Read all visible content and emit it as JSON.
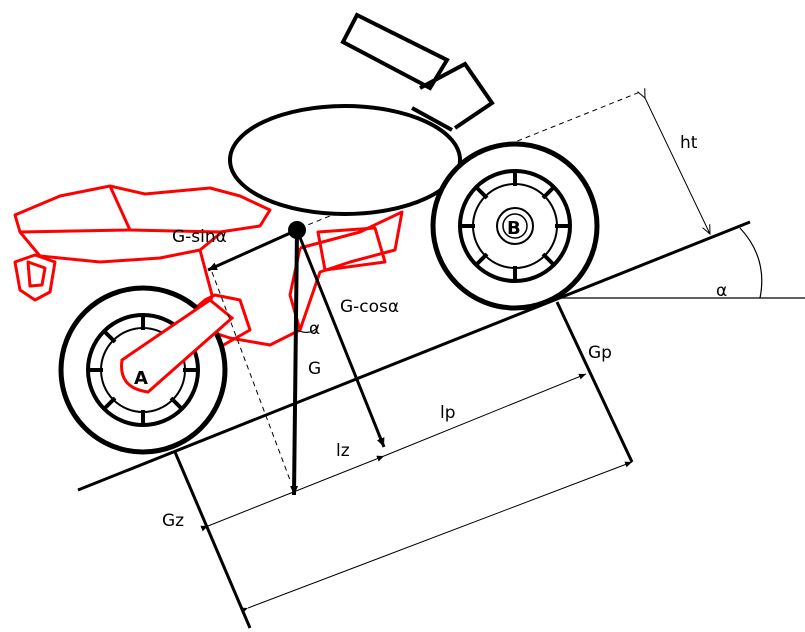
{
  "diagram": {
    "colors": {
      "line": "#000000",
      "bike_body": "#ff0000",
      "background": "#ffffff"
    },
    "labels": {
      "ht": "ht",
      "alpha_slope": "α",
      "g_sin": "G-sinα",
      "g_cos": "G-cosα",
      "alpha_small": "α",
      "g": "G",
      "gp": "Gp",
      "lp": "lp",
      "lz": "lz",
      "gz": "Gz",
      "wheel_a": "A",
      "wheel_b": "B"
    }
  }
}
